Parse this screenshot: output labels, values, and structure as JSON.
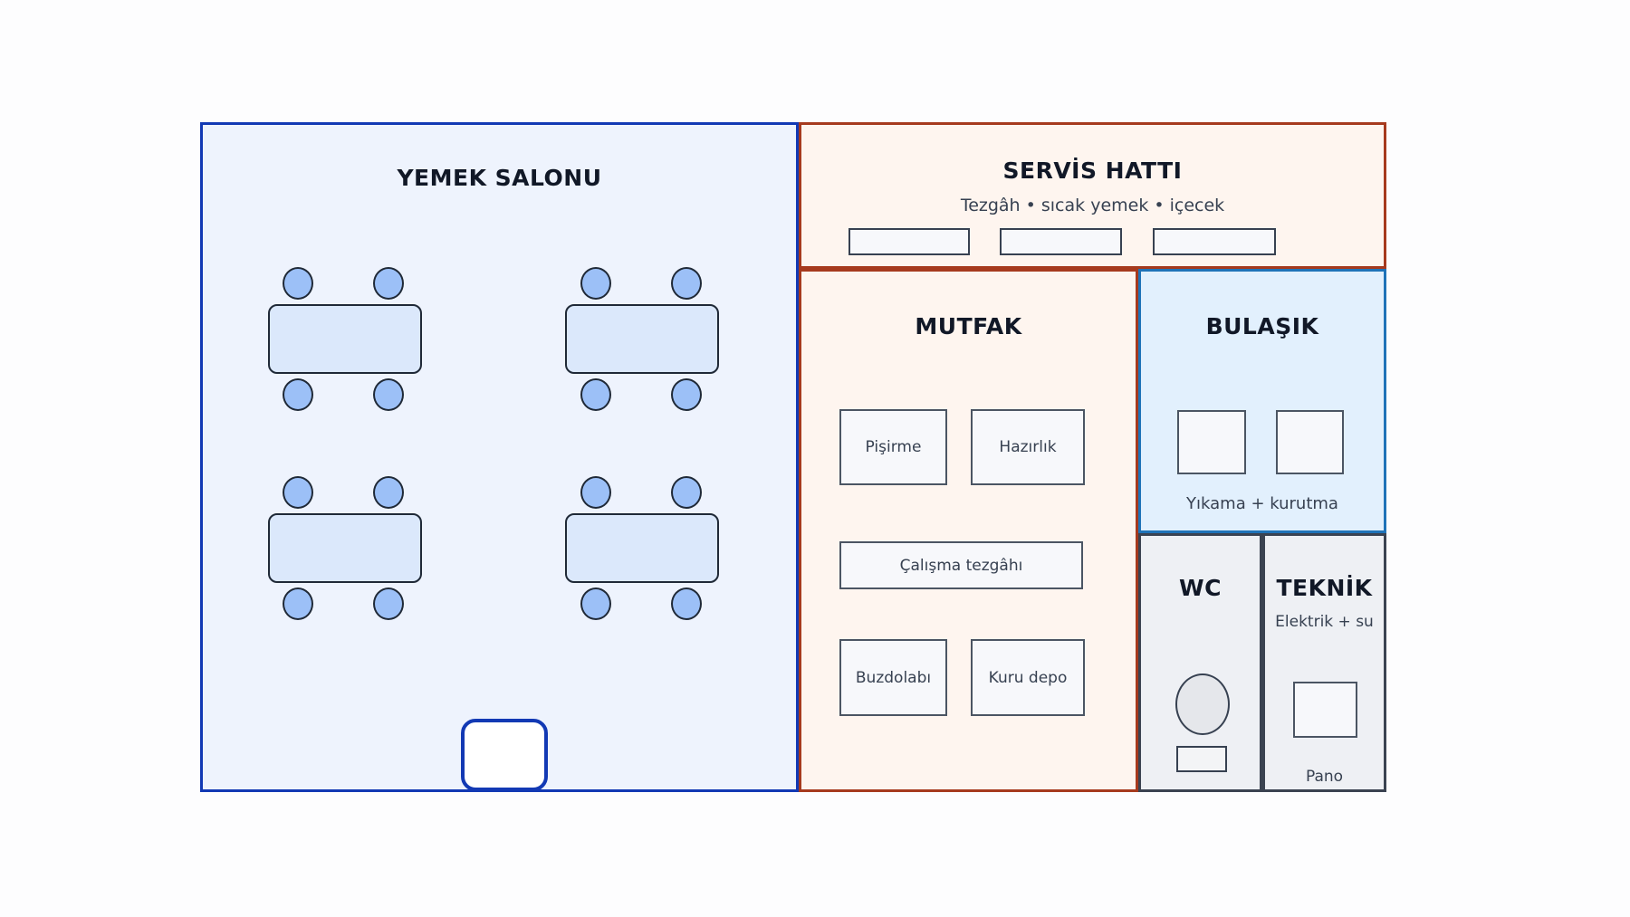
{
  "dining_hall": {
    "title": "YEMEK SALONU",
    "tables": 4,
    "chairs_per_table": 4
  },
  "service_line": {
    "title": "SERVİS HATTI",
    "subtitle": "Tezgâh • sıcak yemek • içecek",
    "counters": 3
  },
  "kitchen": {
    "title": "MUTFAK",
    "stations": {
      "cooking": "Pişirme",
      "prep": "Hazırlık",
      "workbench": "Çalışma tezgâhı",
      "fridge": "Buzdolabı",
      "dry_storage": "Kuru depo"
    }
  },
  "dishwashing": {
    "title": "BULAŞIK",
    "caption": "Yıkama + kurutma",
    "units": 2
  },
  "wc": {
    "title": "WC"
  },
  "technical": {
    "title": "TEKNİK",
    "subtitle": "Elektrik + su",
    "panel_label": "Pano"
  },
  "colors": {
    "dining_border": "#1239b4",
    "dining_fill": "#eef3fd",
    "service_border": "#a63a1e",
    "service_fill": "#fef5ef",
    "kitchen_border": "#a63a1e",
    "kitchen_fill": "#fef5ef",
    "dish_border": "#1f73b8",
    "dish_fill": "#e2f0fd",
    "utility_border": "#3b4351",
    "utility_fill": "#eef0f4"
  }
}
